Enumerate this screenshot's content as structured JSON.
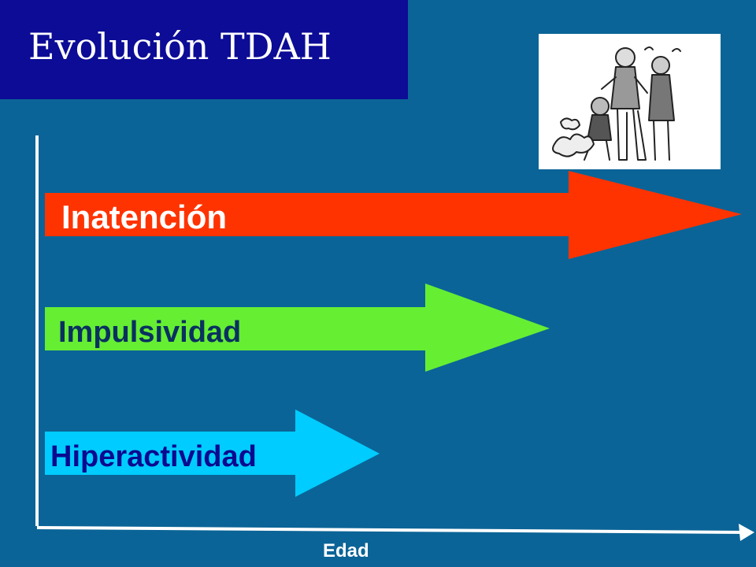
{
  "title": "Evolución TDAH",
  "arrows": [
    {
      "label": "Inatención",
      "fill": "#ff3300",
      "text_color": "#ffffff"
    },
    {
      "label": "Impulsividad",
      "fill": "#66ee33",
      "text_color": "#0a3060"
    },
    {
      "label": "Hiperactividad",
      "fill": "#00ccff",
      "text_color": "#0a0a90"
    }
  ],
  "x_axis_label": "Edad",
  "colors": {
    "background": "#0b6497",
    "title_box": "#0c0c96",
    "axis": "#ffffff"
  },
  "illustration": "cartoon-family-icon"
}
